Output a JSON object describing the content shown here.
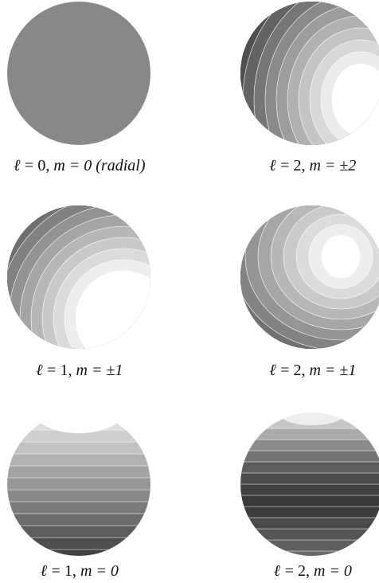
{
  "panels": [
    {
      "id": "l0m0",
      "ell": "ℓ",
      "l": "0",
      "m_part": "m = 0 (radial)",
      "kind": "radial"
    },
    {
      "id": "l1m1",
      "ell": "ℓ",
      "l": "1",
      "m_part": "m = ±1",
      "kind": "l1m1"
    },
    {
      "id": "l1m0",
      "ell": "ℓ",
      "l": "1",
      "m_part": "m = 0",
      "kind": "l1m0"
    },
    {
      "id": "l2m2",
      "ell": "ℓ",
      "l": "2",
      "m_part": "m = ±2",
      "kind": "l2m2"
    },
    {
      "id": "l2m1",
      "ell": "ℓ",
      "l": "2",
      "m_part": "m = ±1",
      "kind": "l2m1"
    },
    {
      "id": "l2m0",
      "ell": "ℓ",
      "l": "2",
      "m_part": "m = 0",
      "kind": "l2m0"
    }
  ],
  "colors": {
    "background": "#ffffff",
    "uniform_fill": "#888888",
    "contour_line": "#ffffff"
  }
}
